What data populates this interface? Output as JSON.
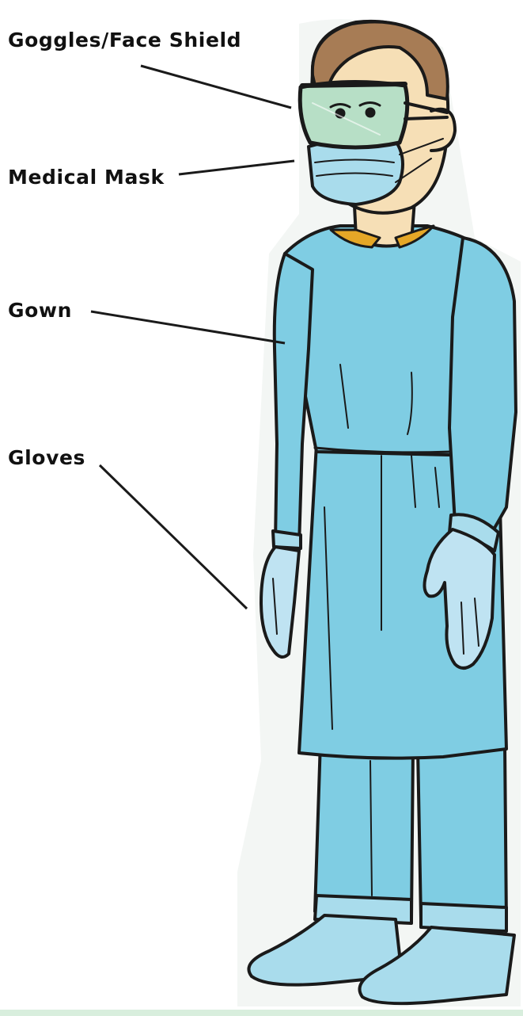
{
  "labels": {
    "goggles": "Goggles/Face Shield",
    "mask": "Medical Mask",
    "gown": "Gown",
    "gloves": "Gloves"
  },
  "colors": {
    "ppe_blue": "#7fcde3",
    "ppe_blue_light": "#a9dcec",
    "glove_blue": "#bfe3f2",
    "goggle_lens": "#b7dfc6",
    "skin": "#f6dfb6",
    "hair": "#a77c55",
    "collar": "#e5a727",
    "outline": "#1a1a1a"
  },
  "icons": [
    "healthcare-worker-figure"
  ]
}
